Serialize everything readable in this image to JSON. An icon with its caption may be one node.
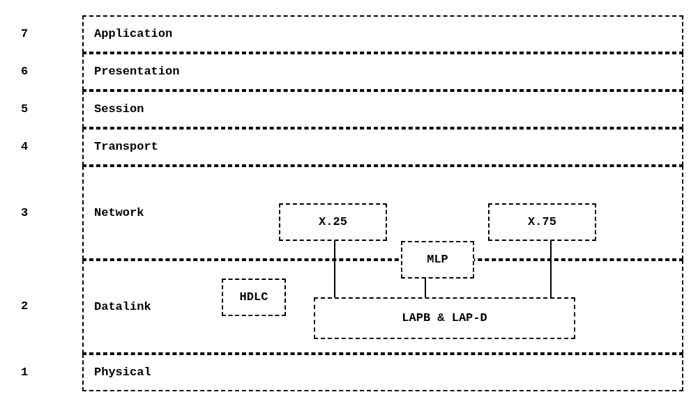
{
  "diagram": {
    "nodes": [
      {
        "text": [
          "Application"
        ]
      },
      {
        "text": [
          "Presentation"
        ]
      },
      {
        "text": [
          "Session"
        ]
      },
      {
        "text": [
          "Transport"
        ]
      },
      {
        "text": [
          "Network"
        ]
      },
      {
        "text": [
          "X.25"
        ],
        "in": 4
      },
      {
        "text": [
          "X.75"
        ],
        "in": 4
      },
      {
        "text": [
          "MLP"
        ]
      },
      {
        "text": [
          "Datalink"
        ]
      },
      {
        "text": [
          "HDLC"
        ],
        "in": 8
      },
      {
        "text": [
          "LAPB & LAP-D"
        ],
        "in": 8
      },
      {
        "text": [
          "Physical"
        ]
      }
    ],
    "edges": [
      {
        "from": 5,
        "to": 10,
        "arrow": "none"
      },
      {
        "from": 7,
        "to": 10,
        "arrow": "none"
      },
      {
        "from": 6,
        "to": 10,
        "arrow": "none"
      }
    ],
    "labels": [
      "7",
      "6",
      "5",
      "4",
      "3",
      "2",
      "1"
    ]
  }
}
